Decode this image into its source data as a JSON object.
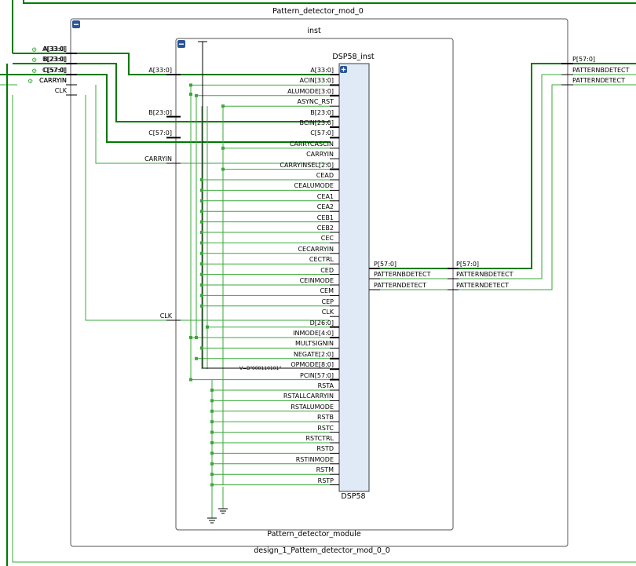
{
  "outer": {
    "title": "Pattern_detector_mod_0",
    "footer": "design_1_Pattern_detector_mod_0_0"
  },
  "inst": {
    "title": "inst",
    "footer": "Pattern_detector_module"
  },
  "dsp": {
    "title": "DSP58_inst",
    "footer": "DSP58",
    "opmode_const": "V=B\"000110101\"",
    "inputs": [
      "A[33:0]",
      "ACIN[33:0]",
      "ALUMODE[3:0]",
      "ASYNC_RST",
      "B[23:0]",
      "BCIN[23:0]",
      "C[57:0]",
      "CARRYCASCIN",
      "CARRYIN",
      "CARRYINSEL[2:0]",
      "CEAD",
      "CEALUMODE",
      "CEA1",
      "CEA2",
      "CEB1",
      "CEB2",
      "CEC",
      "CECARRYIN",
      "CECTRL",
      "CED",
      "CEINMODE",
      "CEM",
      "CEP",
      "CLK",
      "D[26:0]",
      "INMODE[4:0]",
      "MULTSIGNIN",
      "NEGATE[2:0]",
      "OPMODE[8:0]",
      "PCIN[57:0]",
      "RSTA",
      "RSTALLCARRYIN",
      "RSTALUMODE",
      "RSTB",
      "RSTC",
      "RSTCTRL",
      "RSTD",
      "RSTINMODE",
      "RSTM",
      "RSTP"
    ],
    "outputs": [
      "P[57:0]",
      "PATTERNBDETECT",
      "PATTERNDETECT"
    ]
  },
  "top_ports_in": [
    "A[33:0]",
    "B[23:0]",
    "C[57:0]",
    "CARRYIN",
    "CLK"
  ],
  "top_ports_out": [
    "P[57:0]",
    "PATTERNBDETECT",
    "PATTERNDETECT"
  ],
  "inst_ports_in": [
    "A[33:0]",
    "B[23:0]",
    "C[57:0]",
    "CARRYIN",
    "CLK"
  ],
  "inst_ports_out": [
    "P[57:0]",
    "PATTERNBDETECT",
    "PATTERNDETECT"
  ],
  "colors": {
    "wire": "#3aa83a",
    "bus": "#007a00",
    "block_fill": "#e0eaf6",
    "block_border": "#3c3c3c",
    "icon": "#2a5597"
  }
}
